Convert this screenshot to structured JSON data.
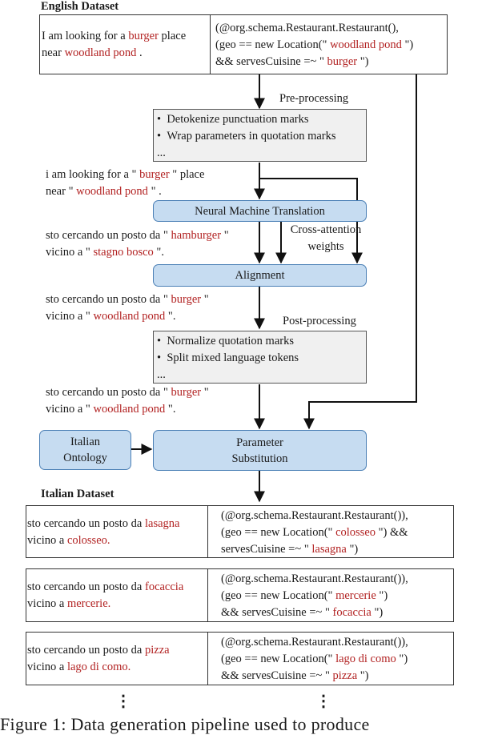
{
  "english_header": "English Dataset",
  "english_example": {
    "sentence": [
      [
        {
          "t": "I am looking for a "
        },
        {
          "t": "burger",
          "red": true
        },
        {
          "t": " place"
        }
      ],
      [
        {
          "t": "near "
        },
        {
          "t": "woodland pond",
          "red": true
        },
        {
          "t": " ."
        }
      ]
    ],
    "code": [
      [
        {
          "t": "(@org.schema.Restaurant.Restaurant(),"
        }
      ],
      [
        {
          "t": "(geo == new Location(\" "
        },
        {
          "t": "woodland pond",
          "red": true
        },
        {
          "t": " \")"
        }
      ],
      [
        {
          "t": "&& servesCuisine =~ \" "
        },
        {
          "t": "burger",
          "red": true
        },
        {
          "t": " \")"
        }
      ]
    ]
  },
  "preprocessing": {
    "label": "Pre-processing",
    "items": [
      "Detokenize punctuation marks",
      "Wrap parameters in quotation marks"
    ],
    "more": "..."
  },
  "text_after_pre": [
    [
      {
        "t": "i am looking for a \" "
      },
      {
        "t": "burger",
        "red": true
      },
      {
        "t": " \" place"
      }
    ],
    [
      {
        "t": "near \" "
      },
      {
        "t": "woodland pond",
        "red": true
      },
      {
        "t": " \" ."
      }
    ]
  ],
  "nmt_label": "Neural Machine Translation",
  "text_translated": [
    [
      {
        "t": "sto cercando un posto da \" "
      },
      {
        "t": "hamburger",
        "red": true
      },
      {
        "t": " \""
      }
    ],
    [
      {
        "t": "vicino a \" "
      },
      {
        "t": "stagno bosco",
        "red": true
      },
      {
        "t": " \"."
      }
    ]
  ],
  "cross_attention_label": [
    "Cross-attention",
    "weights"
  ],
  "alignment_label": "Alignment",
  "text_aligned": [
    [
      {
        "t": "sto cercando un posto da \" "
      },
      {
        "t": "burger",
        "red": true
      },
      {
        "t": " \""
      }
    ],
    [
      {
        "t": "vicino a \" "
      },
      {
        "t": "woodland pond",
        "red": true
      },
      {
        "t": " \"."
      }
    ]
  ],
  "postprocessing": {
    "label": "Post-processing",
    "items": [
      "Normalize quotation marks",
      "Split mixed language tokens"
    ],
    "more": "..."
  },
  "text_after_post": [
    [
      {
        "t": "sto cercando un posto da \" "
      },
      {
        "t": "burger",
        "red": true
      },
      {
        "t": " \""
      }
    ],
    [
      {
        "t": "vicino a \" "
      },
      {
        "t": "woodland pond",
        "red": true
      },
      {
        "t": " \"."
      }
    ]
  ],
  "ontology_label": [
    "Italian",
    "Ontology"
  ],
  "param_sub_label": [
    "Parameter",
    "Substitution"
  ],
  "italian_header": "Italian Dataset",
  "italian_examples": [
    {
      "sentence": [
        [
          {
            "t": "sto cercando un posto da "
          },
          {
            "t": "lasagna",
            "red": true
          }
        ],
        [
          {
            "t": "vicino a "
          },
          {
            "t": "colosseo.",
            "red": true
          }
        ]
      ],
      "code": [
        [
          {
            "t": "(@org.schema.Restaurant.Restaurant()),"
          }
        ],
        [
          {
            "t": "(geo == new Location(\" "
          },
          {
            "t": "colosseo",
            "red": true
          },
          {
            "t": " \") &&"
          }
        ],
        [
          {
            "t": "servesCuisine =~ \" "
          },
          {
            "t": "lasagna",
            "red": true
          },
          {
            "t": " \")"
          }
        ]
      ]
    },
    {
      "sentence": [
        [
          {
            "t": "sto cercando un posto da "
          },
          {
            "t": "focaccia",
            "red": true
          }
        ],
        [
          {
            "t": "vicino a "
          },
          {
            "t": "mercerie.",
            "red": true
          }
        ]
      ],
      "code": [
        [
          {
            "t": "(@org.schema.Restaurant.Restaurant()),"
          }
        ],
        [
          {
            "t": "(geo == new Location(\" "
          },
          {
            "t": "mercerie",
            "red": true
          },
          {
            "t": " \")"
          }
        ],
        [
          {
            "t": "&& servesCuisine =~ \" "
          },
          {
            "t": "focaccia",
            "red": true
          },
          {
            "t": " \")"
          }
        ]
      ]
    },
    {
      "sentence": [
        [
          {
            "t": "sto cercando un posto da "
          },
          {
            "t": "pizza",
            "red": true
          }
        ],
        [
          {
            "t": "vicino a "
          },
          {
            "t": "lago di como.",
            "red": true
          }
        ]
      ],
      "code": [
        [
          {
            "t": "(@org.schema.Restaurant.Restaurant()),"
          }
        ],
        [
          {
            "t": "(geo == new Location(\" "
          },
          {
            "t": "lago di como",
            "red": true
          },
          {
            "t": " \")"
          }
        ],
        [
          {
            "t": "&& servesCuisine =~ \" "
          },
          {
            "t": "pizza",
            "red": true
          },
          {
            "t": " \")"
          }
        ]
      ]
    }
  ],
  "ellipsis": "⋮",
  "caption": "Figure 1:  Data generation pipeline used to produce"
}
